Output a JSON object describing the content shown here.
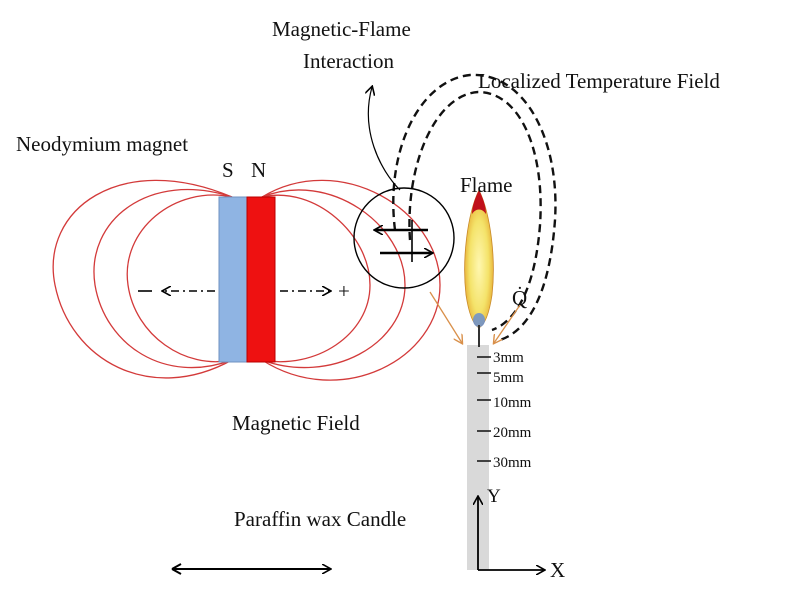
{
  "labels": {
    "interaction_line1": "Magnetic-Flame",
    "interaction_line2": "Interaction",
    "temperature_field": "Localized Temperature Field",
    "magnet": "Neodymium magnet",
    "pole_s": "S",
    "pole_n": "N",
    "flame": "Flame",
    "heat": "Q̇",
    "plus": "+",
    "magnetic_field": "Magnetic Field",
    "candle": "Paraffin wax Candle",
    "axis_x": "X",
    "axis_y": "Y"
  },
  "ticks": [
    "3mm",
    "5mm",
    "10mm",
    "20mm",
    "30mm"
  ],
  "colors": {
    "field_lines": "#d33a3a",
    "pole_s": "#8fb4e3",
    "pole_n": "#ee1111",
    "candle": "#d9d9d9",
    "flame_core": "#f4e36a",
    "flame_tip": "#c0101a",
    "heat_arrows": "#d9904a"
  }
}
